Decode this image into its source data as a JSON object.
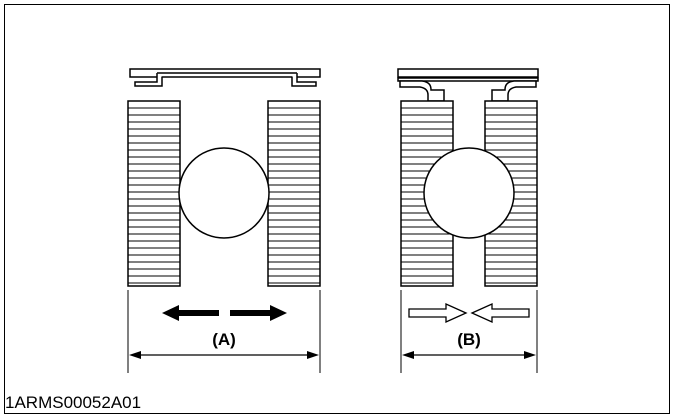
{
  "figure": {
    "caption": "1ARMS00052A01",
    "left_view": {
      "label": "(A)",
      "arrow_style": "solid",
      "arrow_direction": "outward"
    },
    "right_view": {
      "label": "(B)",
      "arrow_style": "hollow",
      "arrow_direction": "inward"
    },
    "colors": {
      "line": "#000000",
      "background": "#ffffff"
    }
  }
}
